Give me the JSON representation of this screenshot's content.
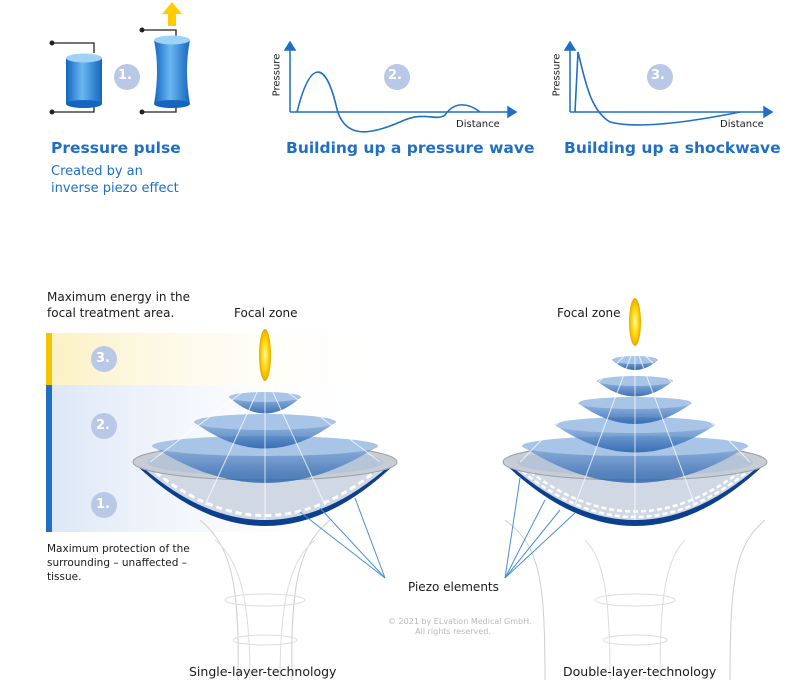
{
  "top": {
    "steps": [
      "1.",
      "2.",
      "3."
    ],
    "pulse": {
      "title": "Pressure pulse",
      "desc_line1": "Created by an",
      "desc_line2": "inverse piezo effect"
    },
    "pressure_wave": {
      "title": "Building up a pressure wave",
      "y_axis": "Pressure",
      "x_axis": "Distance"
    },
    "shockwave": {
      "title": "Building up a shockwave",
      "y_axis": "Pressure",
      "x_axis": "Distance"
    }
  },
  "bottom": {
    "energy_note_line1": "Maximum energy in the",
    "energy_note_line2": "focal treatment area.",
    "protection_note_line1": "Maximum protection of the",
    "protection_note_line2": "surrounding – unaffected –",
    "protection_note_line3": "tissue.",
    "zone_numbers": [
      "3.",
      "2.",
      "1."
    ],
    "focal_zone_left": "Focal zone",
    "focal_zone_right": "Focal zone",
    "piezo_label": "Piezo elements",
    "copyright_line1": "© 2021 by ELvation Medical GmbH.",
    "copyright_line2": "All rights reserved.",
    "caption_single": "Single-layer-technology",
    "caption_double": "Double-layer-technology"
  },
  "colors": {
    "brand_blue": "#1f6fc5",
    "zone_yellow": "#f2c500",
    "circle_fill": "#b9c8e6",
    "dark_blue": "#0d3f8f"
  }
}
